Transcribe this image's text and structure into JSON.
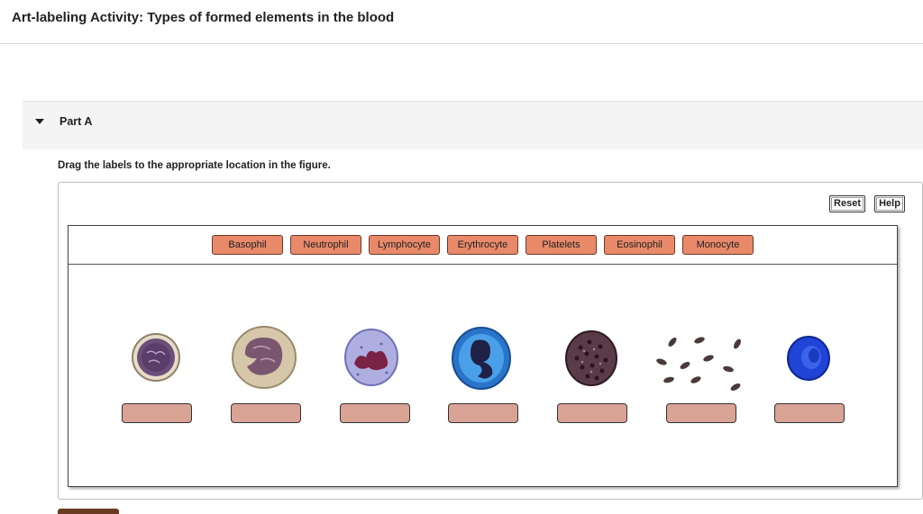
{
  "header": {
    "title": "Art-labeling Activity: Types of formed elements in the blood"
  },
  "part": {
    "title": "Part A"
  },
  "instructions": "Drag the labels to the appropriate location in the figure.",
  "toolbar": {
    "reset_label": "Reset",
    "help_label": "Help"
  },
  "labels": [
    "Basophil",
    "Neutrophil",
    "Lymphocyte",
    "Erythrocyte",
    "Platelets",
    "Eosinophil",
    "Monocyte"
  ],
  "cells": [
    {
      "icon": "lymphocyte-cell-image"
    },
    {
      "icon": "monocyte-cell-image"
    },
    {
      "icon": "neutrophil-cell-image"
    },
    {
      "icon": "eosinophil-cell-image"
    },
    {
      "icon": "basophil-cell-image"
    },
    {
      "icon": "platelets-image"
    },
    {
      "icon": "erythrocyte-cell-image"
    }
  ],
  "colors": {
    "label_chip": "#e8896a",
    "drop_target": "#d9a395",
    "submit_button": "#6b3a22"
  }
}
